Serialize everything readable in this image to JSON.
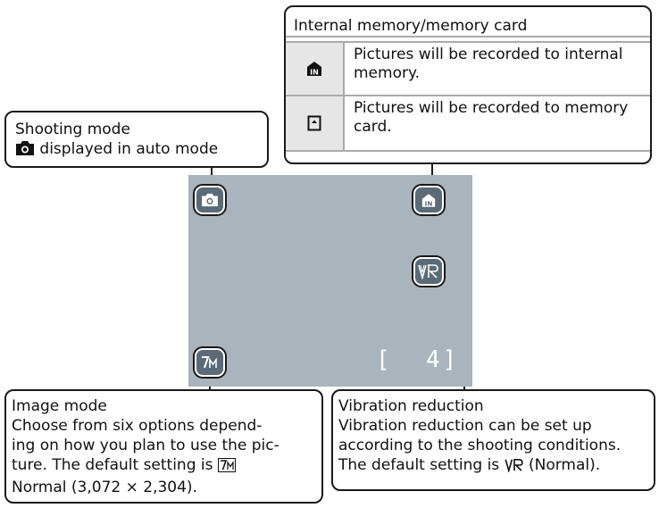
{
  "memory_callout": {
    "title": "Internal memory/memory card",
    "rows": [
      {
        "icon": "internal-memory-icon",
        "text": "Pictures will be recorded to internal memory."
      },
      {
        "icon": "memory-card-icon",
        "text": "Pictures will be recorded to memory card."
      }
    ]
  },
  "shooting_callout": {
    "title": "Shooting mode",
    "text": "displayed in auto mode"
  },
  "screen": {
    "counter": "[  4]",
    "screen_color": "#a9b4bc"
  },
  "image_callout": {
    "title": "Image mode",
    "line1": "Choose from six options depend-",
    "line2": "ing on how you plan to use the pic-",
    "line3": "ture. The default setting is",
    "line4": "Normal (3,072 × 2,304)."
  },
  "vr_callout": {
    "title": "Vibration reduction",
    "line1": "Vibration reduction can be set up",
    "line2": "according to the shooting conditions.",
    "line3a": "The default setting is",
    "line3b": "(Normal)."
  }
}
